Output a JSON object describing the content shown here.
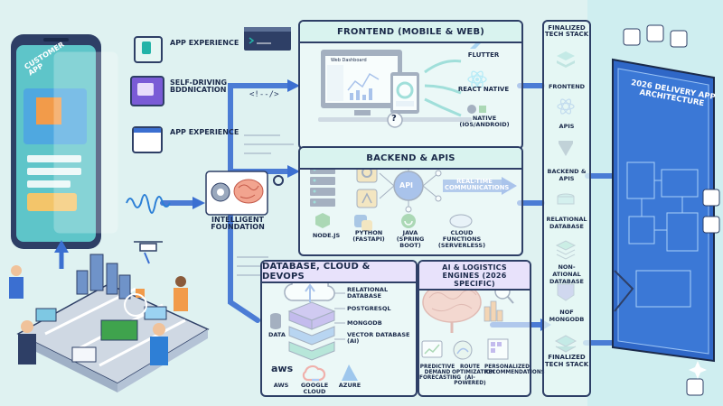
{
  "left": {
    "phone_label": "CUSTOMER APP",
    "features": [
      {
        "label": "APP EXPERIENCE",
        "icon": "touch-icon"
      },
      {
        "label": "SELF-DRIVING BDDNICATION",
        "icon": "tap-hand-icon"
      },
      {
        "label": "APP EXPERIENCE",
        "icon": "browser-icon"
      }
    ]
  },
  "center": {
    "foundation_label": "INTELLIGENT FOUNDATION",
    "code_tag": "<!--/>"
  },
  "frontend": {
    "title": "FRONTEND (MOBILE & WEB)",
    "screen_title": "Web Dashboard",
    "frameworks": [
      "FLUTTER",
      "REACT NATIVE",
      "NATIVE (IOS/ANDROID)"
    ],
    "help_symbol": "?"
  },
  "backend": {
    "title": "BACKEND & APIS",
    "api_label": "API",
    "realtime_label": "REAL-TIME COMMUNICATIONS",
    "tech": [
      "NODE.JS",
      "PYTHON (FASTAPI)",
      "JAVA (SPRING BOOT)",
      "CLOUD FUNCTIONS (SERVERLESS)"
    ]
  },
  "database": {
    "title": "DATABASE, CLOUD & DEVOPS",
    "data_label": "DATA",
    "items": [
      "RELATIONAL DATABASE",
      "POSTGRESQL",
      "MONGODB",
      "VECTOR DATABASE (AI)"
    ],
    "clouds": [
      "AWS",
      "GOOGLE CLOUD",
      "AZURE"
    ],
    "aws_logo": "aws"
  },
  "ai": {
    "title": "AI & LOGISTICS ENGINES (2026 SPECIFIC)",
    "engines": [
      "PREDICTIVE DEMAND FORECASTING",
      "ROUTE OPTIMIZATION (AI-POWERED)",
      "PERSONALIZED RECOMMENDATIONS"
    ]
  },
  "stack": {
    "title": "FINALIZED TECH STACK",
    "items": [
      "FRONTEND",
      "APIS",
      "BACKEND & APIS",
      "RELATIONAL DATABASE",
      "NON-ATIONAL DATABASE",
      "NOF MONGODB",
      "FINALIZED TECH STACK"
    ]
  },
  "blueprint": {
    "title": "2026 DELIVERY APP ARCHITECTURE"
  },
  "colors": {
    "navy": "#2e3f66",
    "teal": "#23b3a8",
    "blue": "#3b6fd1",
    "purple": "#7a5bd6",
    "orange": "#f29b4a",
    "green": "#3fa34d"
  }
}
